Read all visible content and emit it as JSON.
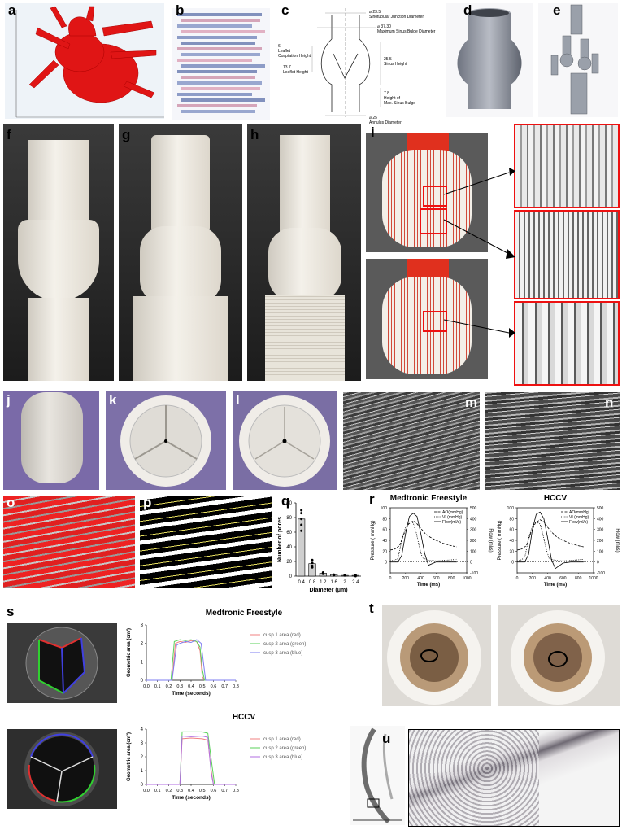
{
  "panel_labels": [
    "a",
    "b",
    "c",
    "d",
    "e",
    "f",
    "g",
    "h",
    "i",
    "j",
    "k",
    "l",
    "m",
    "n",
    "o",
    "p",
    "q",
    "r",
    "s",
    "t",
    "u"
  ],
  "panel_c": {
    "labels": [
      "⌀ 23.5\nSinotubular Junction Diameter",
      "⌀ 37.30\nMaximum Sinus Bulge Diameter",
      "6\nLeaflet\nCoaptation Height",
      "13.7\nLeaflet Height",
      "25.5\nSinus Height",
      "7.8\nHeight of\nMax. Sinus Bulge",
      "⌀ 25\nAnnulus Diameter"
    ]
  },
  "chart_data": [
    {
      "id": "q",
      "type": "bar",
      "categories": [
        "0.4",
        "0.8",
        "1.2",
        "1.6",
        "2",
        "2.4"
      ],
      "values": [
        78,
        17,
        4,
        2,
        1,
        1
      ],
      "points": [
        [
          86,
          90,
          78,
          70,
          62
        ],
        [
          22,
          18,
          14,
          12
        ],
        [
          5,
          4,
          3
        ],
        [
          2,
          2,
          1
        ],
        [
          1,
          1,
          1
        ],
        [
          1,
          1,
          0
        ]
      ],
      "xlabel": "Diameter  (μm)",
      "ylabel": "Number of pores",
      "ylim": [
        0,
        100
      ],
      "yticks": [
        0,
        20,
        40,
        60,
        80,
        100
      ]
    },
    {
      "id": "r1",
      "type": "line",
      "title": "Medtronic Freestyle",
      "xlabel": "Time (ms)",
      "ylabel": "Pressure ( mmHg)",
      "y2label": "Flow (ml/s)",
      "xlim": [
        0,
        1000
      ],
      "ylim": [
        -20,
        100
      ],
      "y2lim": [
        -100,
        500
      ],
      "xticks": [
        0,
        200,
        400,
        600,
        800,
        1000
      ],
      "yticks": [
        0,
        20,
        40,
        60,
        80,
        100
      ],
      "y2ticks": [
        -100,
        0,
        100,
        200,
        300,
        400,
        500
      ],
      "series": [
        {
          "name": "AO(mmHg)",
          "style": "dashed",
          "x": [
            0,
            60,
            120,
            180,
            240,
            300,
            340,
            400,
            460,
            520,
            600,
            700,
            800,
            870
          ],
          "y": [
            22,
            24,
            30,
            52,
            70,
            76,
            72,
            62,
            52,
            46,
            40,
            34,
            30,
            28
          ]
        },
        {
          "name": "VI (mmHg)",
          "style": "dotted",
          "x": [
            0,
            40,
            100,
            150,
            200,
            250,
            300,
            340,
            380,
            420,
            500,
            600,
            700,
            800,
            870
          ],
          "y": [
            2,
            3,
            6,
            40,
            64,
            74,
            72,
            54,
            28,
            8,
            3,
            2,
            3,
            4,
            5
          ]
        },
        {
          "name": "Flow(ml/s)",
          "style": "solid",
          "x": [
            0,
            100,
            150,
            200,
            250,
            300,
            350,
            400,
            450,
            500,
            600,
            700,
            800,
            870
          ],
          "y": [
            0,
            0,
            60,
            260,
            420,
            450,
            420,
            260,
            80,
            -30,
            0,
            0,
            0,
            0
          ]
        }
      ]
    },
    {
      "id": "r2",
      "type": "line",
      "title": "HCCV",
      "xlabel": "Time (ms)",
      "ylabel": "Pressure ( mmHg)",
      "y2label": "Flow (ml/s)",
      "xlim": [
        0,
        1000
      ],
      "ylim": [
        -20,
        100
      ],
      "y2lim": [
        -100,
        500
      ],
      "xticks": [
        0,
        200,
        400,
        600,
        800,
        1000
      ],
      "yticks": [
        0,
        20,
        40,
        60,
        80,
        100
      ],
      "y2ticks": [
        -100,
        0,
        100,
        200,
        300,
        400,
        500
      ],
      "series": [
        {
          "name": "AO(mmHg)",
          "style": "dashed",
          "x": [
            0,
            60,
            120,
            180,
            240,
            300,
            350,
            400,
            460,
            520,
            600,
            700,
            800,
            870
          ],
          "y": [
            22,
            24,
            30,
            54,
            72,
            78,
            74,
            64,
            54,
            46,
            40,
            34,
            30,
            28
          ]
        },
        {
          "name": "VI (mmHg)",
          "style": "dotted",
          "x": [
            0,
            40,
            100,
            150,
            200,
            250,
            300,
            340,
            380,
            420,
            500,
            600,
            700,
            800,
            870
          ],
          "y": [
            2,
            3,
            8,
            44,
            66,
            74,
            70,
            50,
            24,
            6,
            3,
            2,
            3,
            4,
            5
          ]
        },
        {
          "name": "Flow(ml/s)",
          "style": "solid",
          "x": [
            0,
            100,
            150,
            200,
            250,
            300,
            350,
            400,
            450,
            500,
            600,
            700,
            800,
            870
          ],
          "y": [
            0,
            0,
            70,
            300,
            440,
            460,
            400,
            220,
            20,
            -60,
            -10,
            0,
            0,
            0
          ]
        }
      ]
    },
    {
      "id": "s1",
      "type": "line",
      "title": "Medtronic Freestyle",
      "xlabel": "Time (seconds)",
      "ylabel": "Geometric area (cm²)",
      "xlim": [
        0,
        0.8
      ],
      "ylim": [
        0,
        3
      ],
      "xticks": [
        "0.0",
        "0.1",
        "0.2",
        "0.3",
        "0.4",
        "0.5",
        "0.6",
        "0.7",
        "0.8"
      ],
      "yticks": [
        0,
        1,
        2,
        3
      ],
      "series": [
        {
          "name": "cusp 1 area (red)",
          "color": "#f08080",
          "x": [
            0,
            0.2,
            0.23,
            0.26,
            0.3,
            0.35,
            0.4,
            0.45,
            0.48,
            0.5,
            0.52,
            0.8
          ],
          "y": [
            0,
            0,
            0,
            2.0,
            2.1,
            2.05,
            2.15,
            2.1,
            1.6,
            0.2,
            0,
            0
          ]
        },
        {
          "name": "cusp 2 area (green)",
          "color": "#5ad15a",
          "x": [
            0,
            0.2,
            0.22,
            0.25,
            0.3,
            0.35,
            0.4,
            0.45,
            0.48,
            0.5,
            0.52,
            0.8
          ],
          "y": [
            0,
            0,
            0,
            2.1,
            2.2,
            2.15,
            2.2,
            2.1,
            1.8,
            0.6,
            0,
            0
          ]
        },
        {
          "name": "cusp 3 area (blue)",
          "color": "#7d7df0",
          "x": [
            0,
            0.2,
            0.23,
            0.27,
            0.3,
            0.35,
            0.4,
            0.45,
            0.49,
            0.51,
            0.53,
            0.8
          ],
          "y": [
            0,
            0,
            0,
            1.9,
            2.0,
            2.1,
            2.05,
            2.2,
            2.0,
            1.0,
            0,
            0
          ]
        }
      ]
    },
    {
      "id": "s2",
      "type": "line",
      "title": "HCCV",
      "xlabel": "Time (seconds)",
      "ylabel": "Geometric area (cm²)",
      "xlim": [
        0,
        0.8
      ],
      "ylim": [
        0,
        4
      ],
      "xticks": [
        "0.0",
        "0.1",
        "0.2",
        "0.3",
        "0.4",
        "0.5",
        "0.6",
        "0.7",
        "0.8"
      ],
      "yticks": [
        0,
        1,
        2,
        3,
        4
      ],
      "series": [
        {
          "name": "cusp 1 area (red)",
          "color": "#f08080",
          "x": [
            0,
            0.29,
            0.3,
            0.32,
            0.4,
            0.5,
            0.55,
            0.58,
            0.6,
            0.8
          ],
          "y": [
            0,
            0,
            0,
            3.3,
            3.35,
            3.3,
            3.2,
            1.0,
            0,
            0
          ]
        },
        {
          "name": "cusp 2 area (green)",
          "color": "#5ad15a",
          "x": [
            0,
            0.29,
            0.3,
            0.32,
            0.4,
            0.5,
            0.55,
            0.59,
            0.61,
            0.8
          ],
          "y": [
            0,
            0,
            0,
            3.8,
            3.8,
            3.8,
            3.7,
            1.2,
            0,
            0
          ]
        },
        {
          "name": "cusp 3 area (blue)",
          "color": "#b06de0",
          "x": [
            0,
            0.29,
            0.3,
            0.32,
            0.4,
            0.5,
            0.55,
            0.58,
            0.6,
            0.8
          ],
          "y": [
            0,
            0,
            0,
            3.5,
            3.45,
            3.5,
            3.4,
            0.8,
            0,
            0
          ]
        }
      ]
    }
  ]
}
